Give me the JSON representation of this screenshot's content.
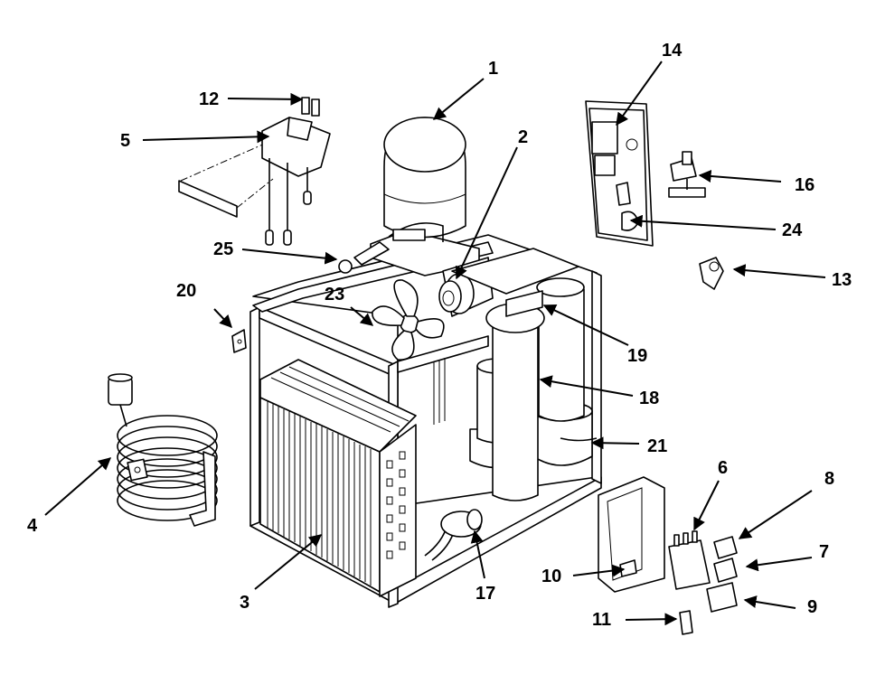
{
  "callouts": [
    {
      "id": "1",
      "label": "1"
    },
    {
      "id": "2",
      "label": "2"
    },
    {
      "id": "3",
      "label": "3"
    },
    {
      "id": "4",
      "label": "4"
    },
    {
      "id": "5",
      "label": "5"
    },
    {
      "id": "6",
      "label": "6"
    },
    {
      "id": "7",
      "label": "7"
    },
    {
      "id": "8",
      "label": "8"
    },
    {
      "id": "9",
      "label": "9"
    },
    {
      "id": "10",
      "label": "10"
    },
    {
      "id": "11",
      "label": "11"
    },
    {
      "id": "12",
      "label": "12"
    },
    {
      "id": "13",
      "label": "13"
    },
    {
      "id": "14",
      "label": "14"
    },
    {
      "id": "16",
      "label": "16"
    },
    {
      "id": "17",
      "label": "17"
    },
    {
      "id": "18",
      "label": "18"
    },
    {
      "id": "19",
      "label": "19"
    },
    {
      "id": "20",
      "label": "20"
    },
    {
      "id": "21",
      "label": "21"
    },
    {
      "id": "23",
      "label": "23"
    },
    {
      "id": "24",
      "label": "24"
    },
    {
      "id": "25",
      "label": "25"
    }
  ]
}
